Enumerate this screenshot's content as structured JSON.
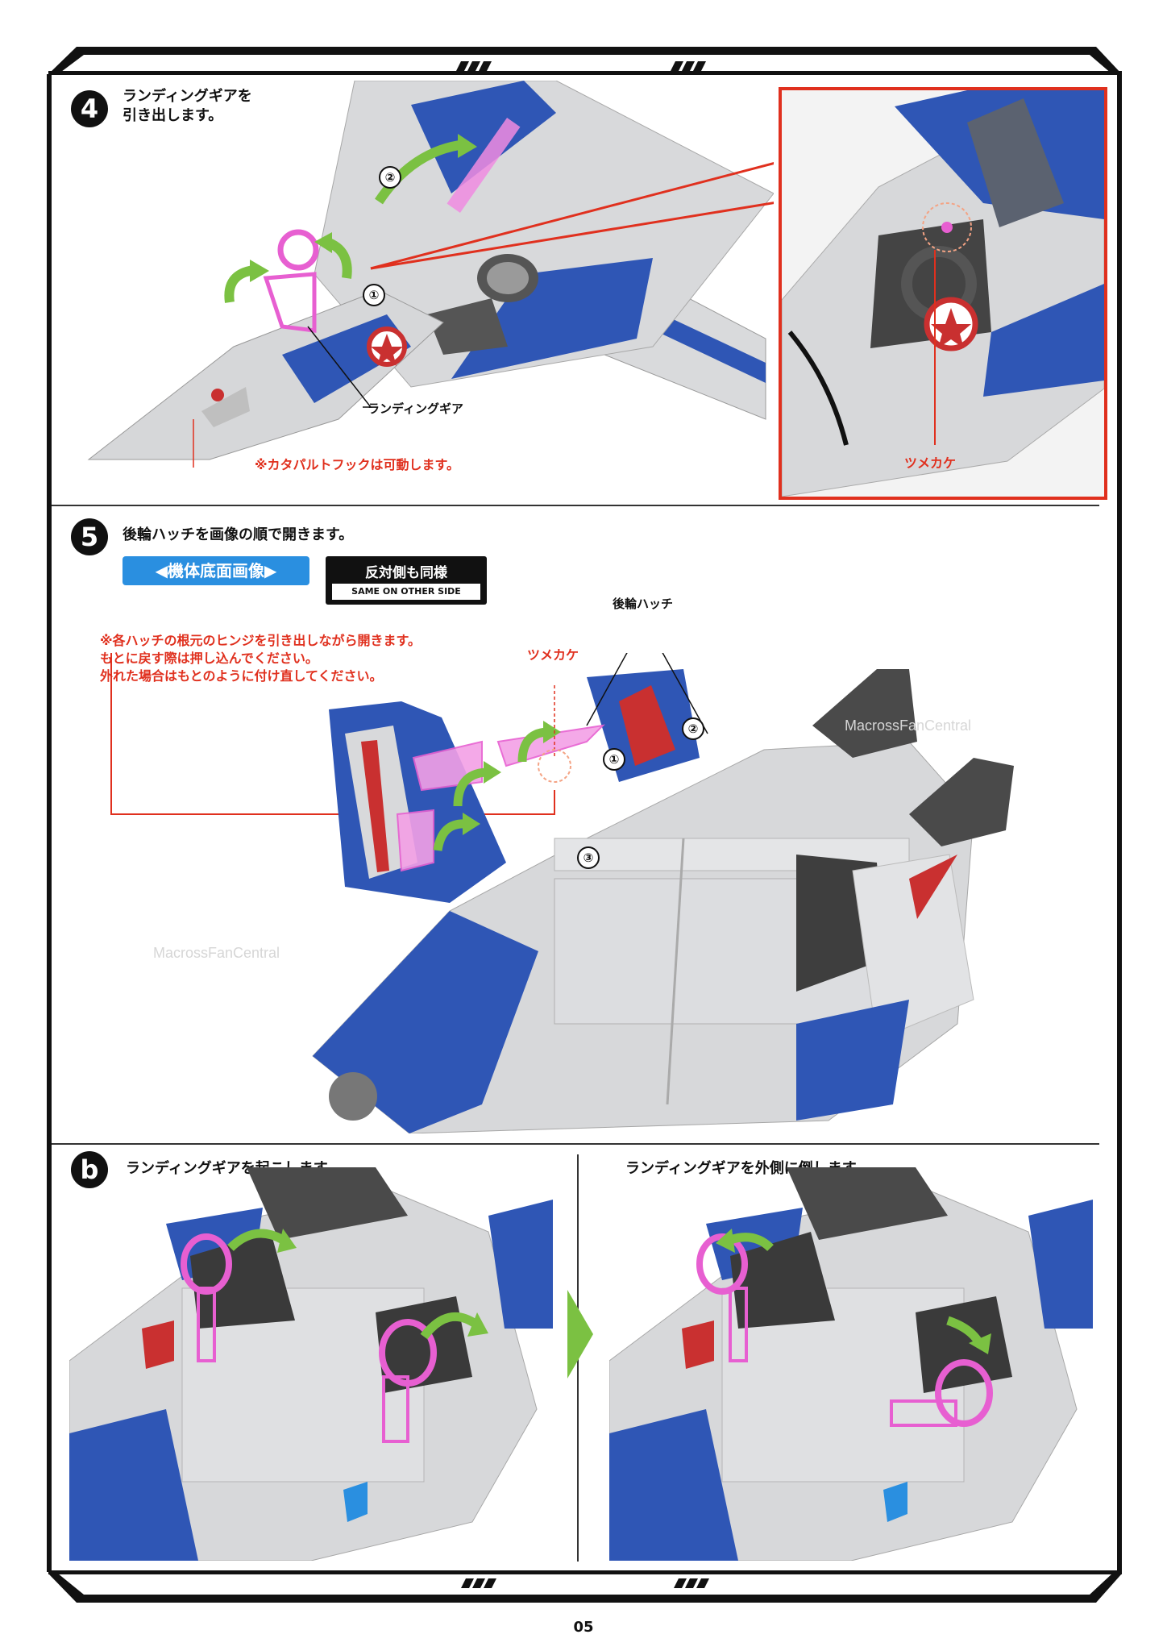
{
  "steps": {
    "step4": {
      "number": "4",
      "instruction": "ランディングギアを\n引き出します。",
      "label_gear": "ランディングギア",
      "note": "※カタパルトフックは可動します。",
      "zoom_label": "ツメカケ",
      "marks": [
        "①",
        "②"
      ]
    },
    "step5": {
      "number": "5",
      "instruction": "後輪ハッチを画像の順で開きます。",
      "view_badge": "◀機体底面画像▶",
      "same_side_label": "反対側も同様",
      "same_side_en": "SAME ON OTHER SIDE",
      "hatch_label": "後輪ハッチ",
      "claw_label": "ツメカケ",
      "note": "※各ハッチの根元のヒンジを引き出しながら開きます。\nもとに戻す際は押し込んでください。\n外れた場合はもとのように付け直してください。",
      "marks": [
        "①",
        "②",
        "③"
      ],
      "watermarks": [
        "MacrossFanCentral",
        "MacrossFanCentral"
      ]
    },
    "step6": {
      "number": "b",
      "left_instruction": "ランディングギアを起こします。",
      "right_instruction": "ランディングギアを外側に倒します。"
    }
  },
  "page_number": "05",
  "colors": {
    "accent_red": "#e0301e",
    "arrow_green": "#7bc142",
    "part_pink": "#e75fd1",
    "body_blue": "#2f56b5",
    "badge_blue": "#2a8fe0"
  }
}
